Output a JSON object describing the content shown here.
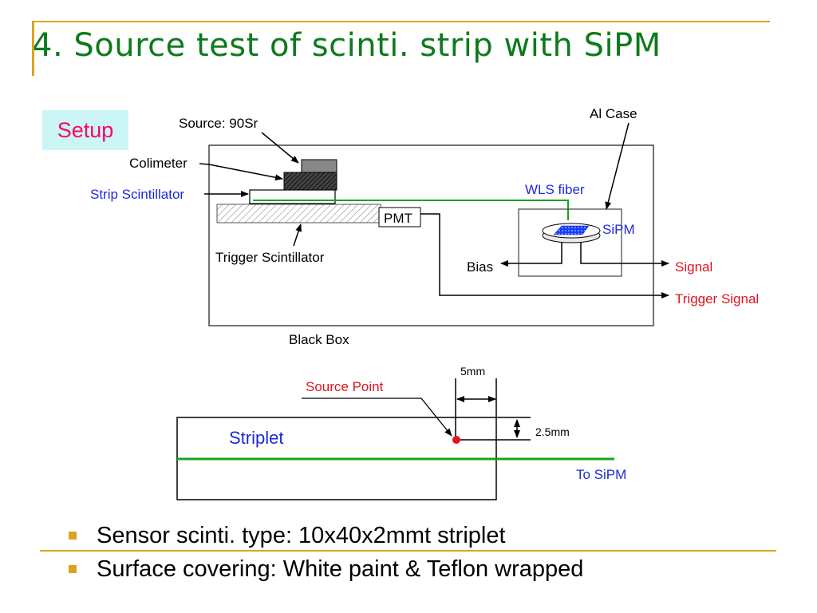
{
  "title": "4. Source test of scinti. strip with SiPM",
  "setup_label": "Setup",
  "setup_diagram": {
    "source": "Source: 90Sr",
    "colimeter": "Colimeter",
    "strip_scintillator": "Strip Scintillator",
    "trigger_scintillator": "Trigger Scintillator",
    "pmt": "PMT",
    "wls_fiber": "WLS fiber",
    "al_case": "Al Case",
    "sipm": "SiPM",
    "bias": "Bias",
    "signal": "Signal",
    "trigger_signal": "Trigger Signal",
    "black_box": "Black Box"
  },
  "strip_diagram": {
    "source_point": "Source Point",
    "dim_5mm": "5mm",
    "dim_2_5mm": "2.5mm",
    "striplet": "Striplet",
    "to_sipm": "To SiPM"
  },
  "bullets": [
    "Sensor scinti. type: 10x40x2mmt  striplet",
    "Surface covering:  White paint & Teflon wrapped"
  ],
  "colors": {
    "title": "#0e7a1d",
    "accent": "#d9a520",
    "blue_label": "#1f2bd6",
    "red_label": "#e0141e",
    "fiber_green": "#1aa31a",
    "setup_bg": "#ccf5f5",
    "setup_text": "#ff0066"
  }
}
